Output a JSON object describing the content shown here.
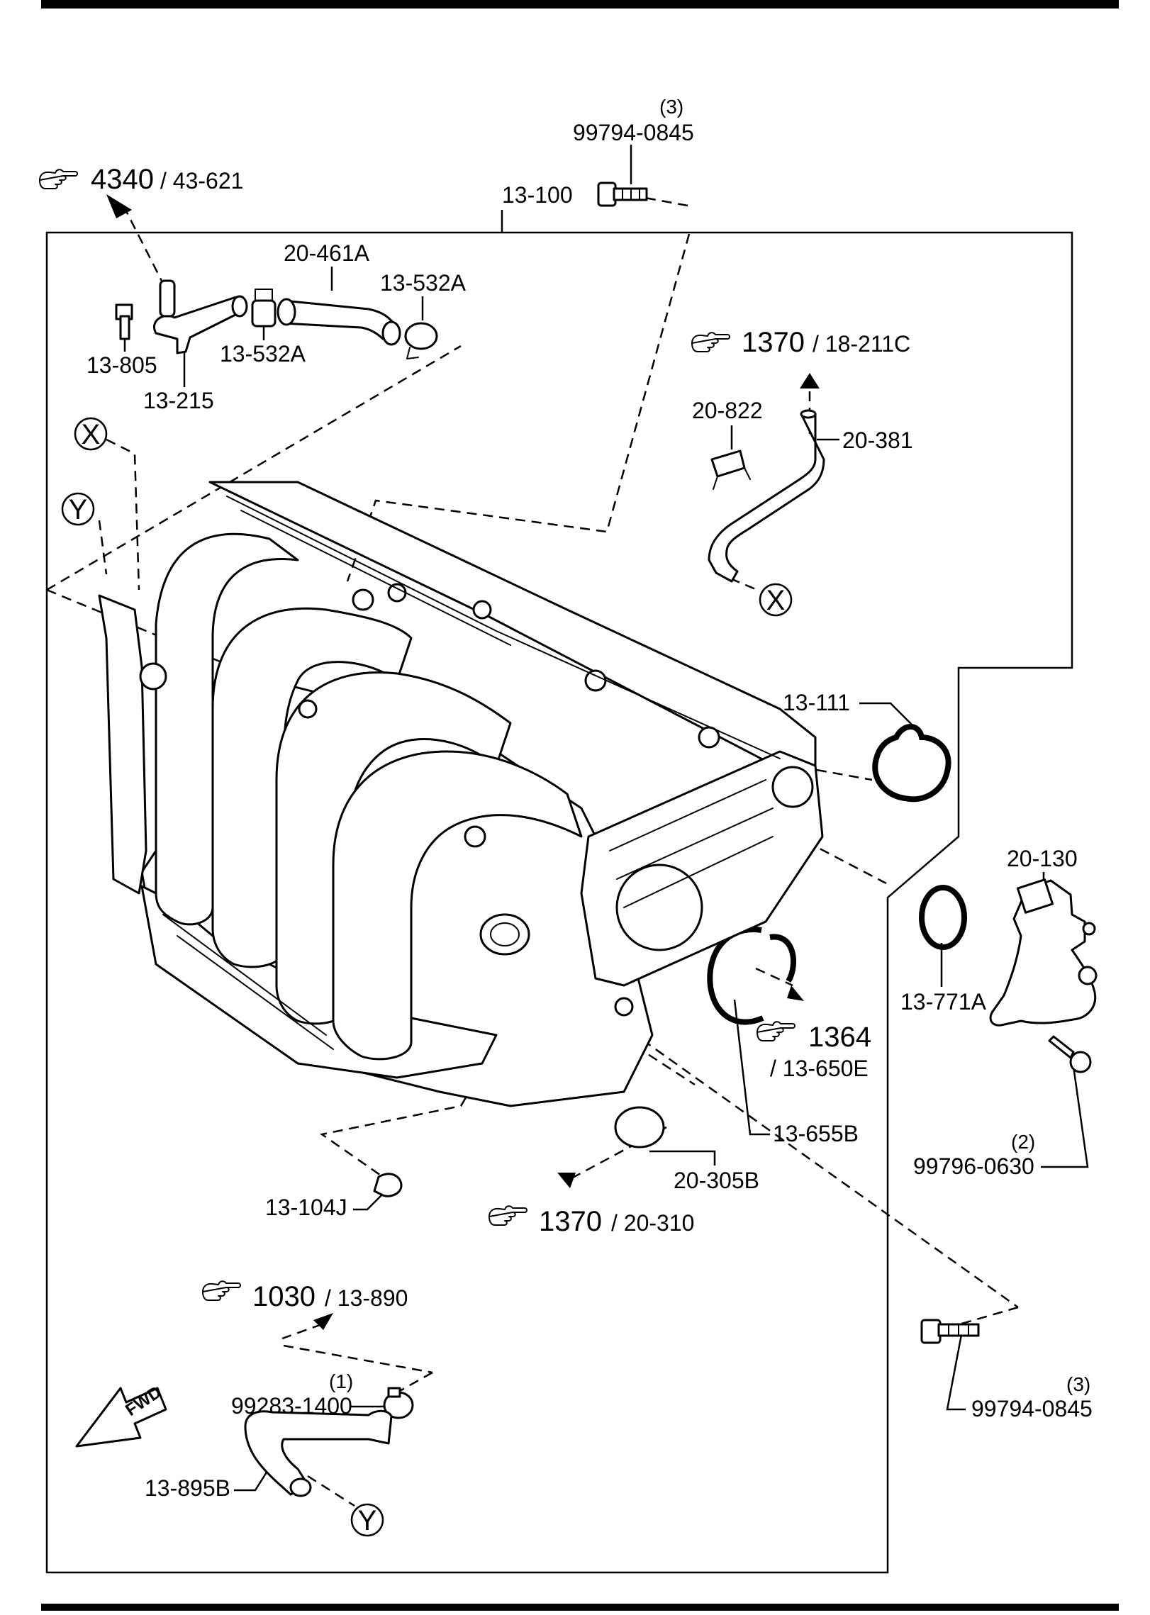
{
  "labels": {
    "main_part": "13-100",
    "bolt_top_qty": "(3)",
    "bolt_top": "99794-0845",
    "ref_4340": "4340",
    "ref_4340_sub": "/ 43-621",
    "hose_20_461a": "20-461A",
    "clamp_13_532a_right": "13-532A",
    "clamp_13_532a_left": "13-532A",
    "bolt_13_805": "13-805",
    "fitting_13_215": "13-215",
    "ref_1370_top": "1370",
    "ref_1370_top_sub": "/ 18-211C",
    "clip_20_822": "20-822",
    "hose_20_381": "20-381",
    "gasket_13_111": "13-111",
    "valve_20_130": "20-130",
    "oring_13_771a": "13-771A",
    "ref_1364": "1364",
    "ref_1364_sub": "/ 13-650E",
    "gasket_13_655b": "13-655B",
    "screw_qty": "(2)",
    "screw_99796": "99796-0630",
    "plug_20_305b": "20-305B",
    "cap_13_104j": "13-104J",
    "ref_1370_bottom": "1370",
    "ref_1370_bottom_sub": "/ 20-310",
    "ref_1030": "1030",
    "ref_1030_sub": "/ 13-890",
    "clamp_qty": "(1)",
    "clamp_99283": "99283-1400",
    "hose_13_895b": "13-895B",
    "bolt_bottom_qty": "(3)",
    "bolt_bottom": "99794-0845",
    "fwd": "FWD"
  },
  "callouts": {
    "x_top": "X",
    "x_right": "X",
    "y_left": "Y",
    "y_bottom": "Y"
  },
  "icons": [
    "pointing-hand-icon",
    "fwd-arrow-icon"
  ],
  "colors": {
    "ink": "#000000",
    "paper": "#ffffff"
  }
}
